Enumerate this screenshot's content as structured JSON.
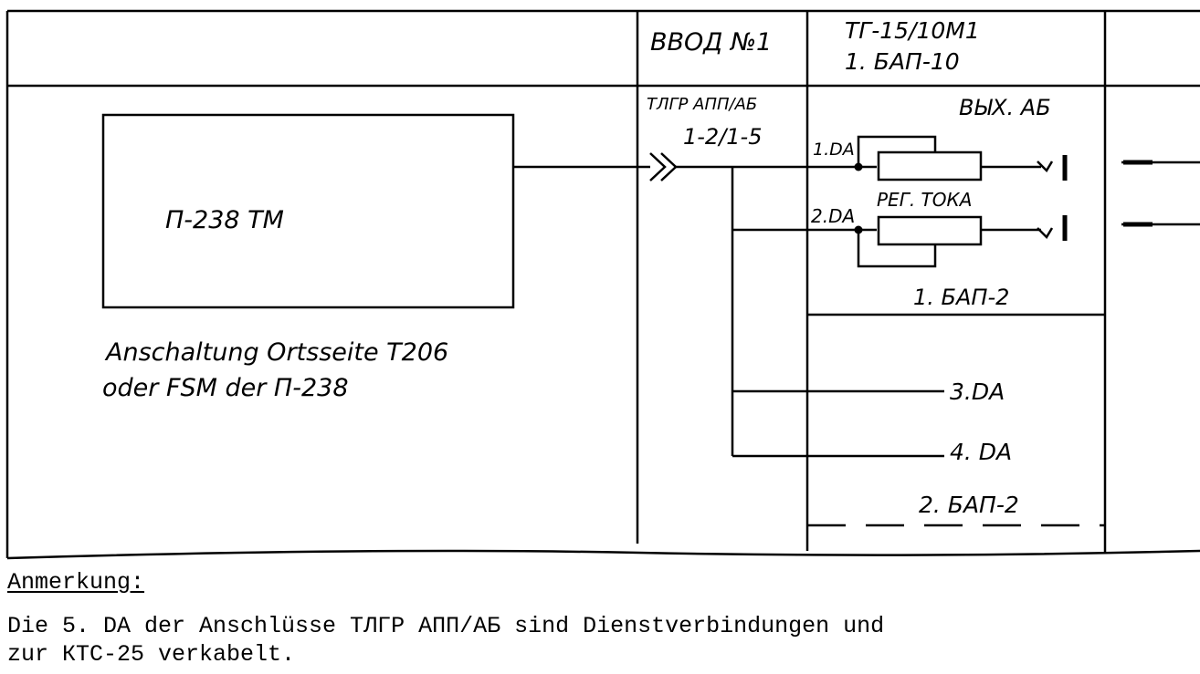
{
  "header": {
    "input_label": "ВВОД №1",
    "equipment_line1": "ТГ-15/10М1",
    "equipment_line2": "1. БАП-10"
  },
  "device_box": {
    "label": "П-238 ТМ"
  },
  "caption": {
    "line1": "Anschaltung Ortsseite  Т206",
    "line2": "oder FSM der П-238"
  },
  "connector": {
    "label_line1": "ТЛГР АПП/АБ",
    "label_line2": "1-2/1-5"
  },
  "circuit_labels": {
    "output": "ВЫХ. АБ",
    "da1": "1.DA",
    "current_reg": "РЕГ. ТОКА",
    "da2": "2.DA",
    "bap2_first": "1. БАП-2",
    "da3": "3.DA",
    "da4": "4. DA",
    "bap2_second": "2. БАП-2"
  },
  "note": {
    "title": "Anmerkung:",
    "line1": "Die 5. DA der Anschlüsse ТЛГР АПП/АБ sind Dienstverbindungen und",
    "line2": "zur КТС-25 verkabelt."
  }
}
